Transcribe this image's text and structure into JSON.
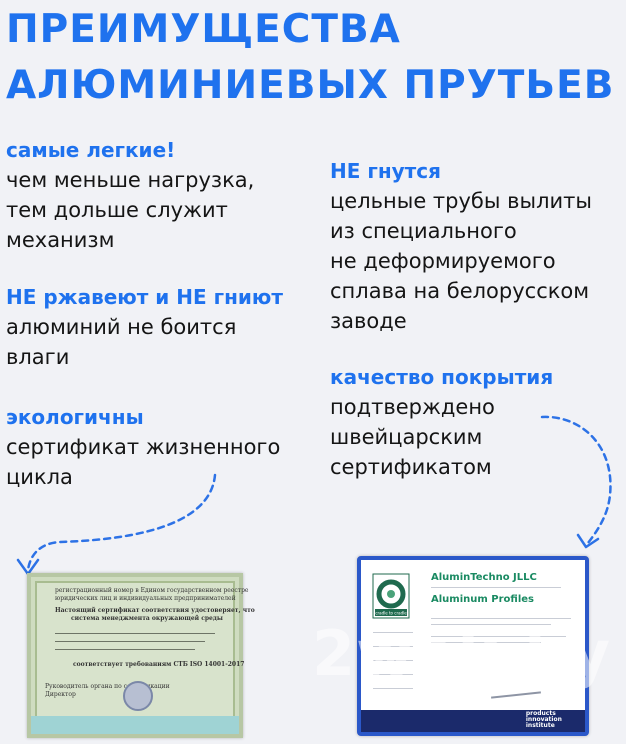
{
  "title": {
    "line1": "ПРЕИМУЩЕСТВА",
    "line2": "АЛЮМИНИЕВЫХ ПРУТЬЕВ"
  },
  "features_left": [
    {
      "heading": "самые легкие!",
      "lines": [
        "чем меньше нагрузка,",
        "тем дольше служит",
        "механизм"
      ]
    },
    {
      "heading": "НЕ ржавеют и НЕ гниют",
      "lines": [
        "алюминий не боится",
        "влаги"
      ]
    },
    {
      "heading": "экологичны",
      "lines": [
        "сертификат жизненного",
        "цикла"
      ]
    }
  ],
  "features_right": [
    {
      "heading": "НЕ гнутся",
      "lines": [
        "цельные трубы вылиты",
        "из специального",
        "не деформируемого",
        "сплава на белорусском",
        "заводе"
      ]
    },
    {
      "heading": "качество покрытия",
      "lines": [
        "подтверждено",
        "швейцарским",
        "сертификатом"
      ]
    }
  ],
  "certificate_left": {
    "text_lines": [
      "регистрационный номер в Едином государственном реестре",
      "юридических лиц и индивидуальных предпринимателей",
      "Настоящий сертификат соответствия удостоверяет, что",
      "система менеджмента окружающей среды",
      "соответствует требованиям СТБ ISO 14001-2017",
      "Руководитель органа по сертификации",
      "Директор"
    ]
  },
  "certificate_right": {
    "company": "AluminTechno JLLC",
    "product": "Aluminum Profiles",
    "logo_text": "cradle to cradle",
    "badge_lines": [
      "cradle to cradle",
      "products",
      "innovation",
      "institute"
    ]
  },
  "watermark": "2wek.by",
  "colors": {
    "accent": "#1f72ee",
    "background": "#f1f2f6",
    "text": "#151515",
    "cert_border": "#2b58c9"
  }
}
